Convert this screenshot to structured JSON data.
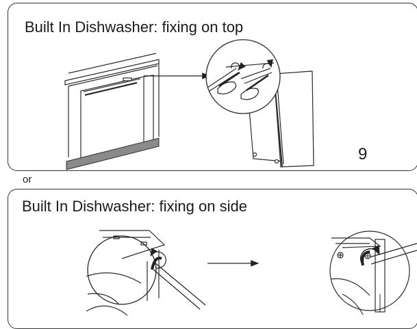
{
  "top_panel": {
    "title": "Built In Dishwasher: fixing on top",
    "step": "9"
  },
  "separator": "or",
  "bottom_panel": {
    "title": "Built In Dishwasher: fixing on side"
  },
  "colors": {
    "line": "#2a2a2a",
    "wood": "#8a8a8a",
    "dark": "#222222"
  }
}
